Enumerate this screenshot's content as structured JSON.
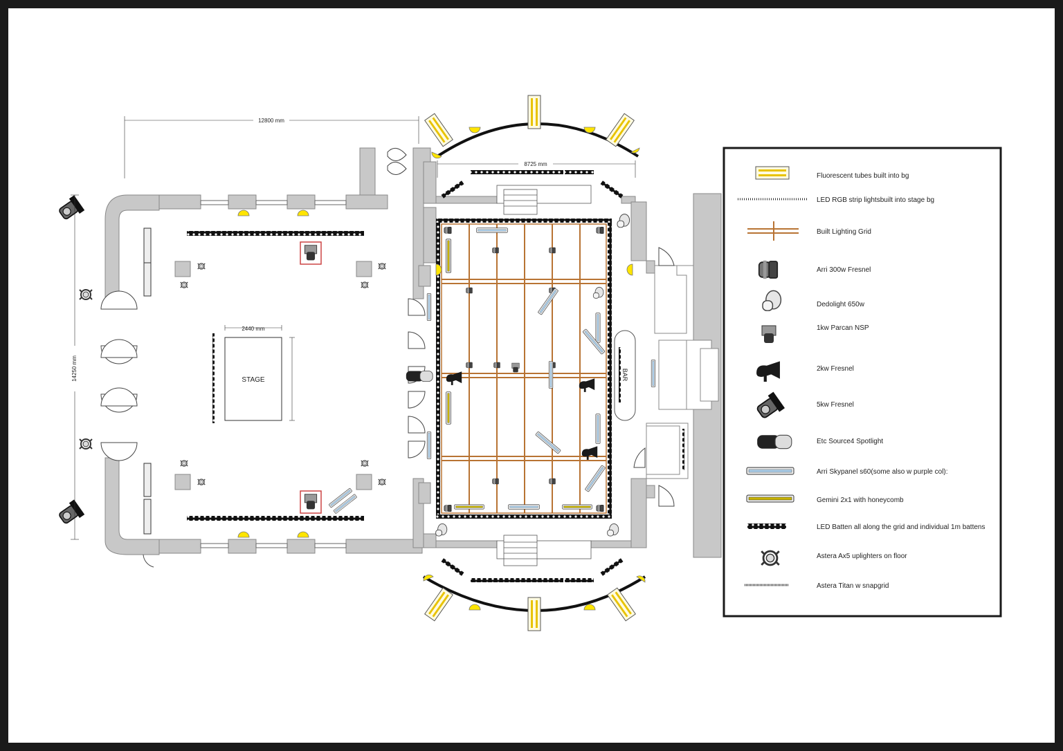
{
  "dimensions": {
    "width_top": "12800 mm",
    "height_left": "14250 mm",
    "grid_width": "8725 mm",
    "stage_width": "2440 mm"
  },
  "labels": {
    "stage": "STAGE",
    "bar": "BAR"
  },
  "legend": {
    "items": [
      {
        "id": "fluorescent",
        "label": "Fluorescent tubes built into bg"
      },
      {
        "id": "led-rgb-strip",
        "label": "LED RGB strip lightsbuilt into stage bg"
      },
      {
        "id": "lighting-grid",
        "label": "Built Lighting Grid"
      },
      {
        "id": "arri-300w",
        "label": "Arri 300w Fresnel"
      },
      {
        "id": "dedolight",
        "label": "Dedolight 650w"
      },
      {
        "id": "parcan",
        "label": "1kw Parcan NSP"
      },
      {
        "id": "fresnel-2kw",
        "label": "2kw Fresnel"
      },
      {
        "id": "fresnel-5kw",
        "label": "5kw Fresnel"
      },
      {
        "id": "source4",
        "label": "Etc Source4 Spotlight"
      },
      {
        "id": "skypanel",
        "label": "Arri Skypanel s60(some also w purple col):"
      },
      {
        "id": "gemini",
        "label": "Gemini 2x1 with honeycomb"
      },
      {
        "id": "led-batten",
        "label": "LED Batten all along the grid and individual 1m battens"
      },
      {
        "id": "astera-ax5",
        "label": "Astera Ax5 uplighters on floor"
      },
      {
        "id": "astera-titan",
        "label": "Astera Titan w snapgrid"
      }
    ]
  },
  "colors": {
    "wall": "#c8c8c8",
    "grid": "#b87333",
    "batten": "#111111",
    "yellow": "#ffe500",
    "border": "#1a1a1a"
  }
}
